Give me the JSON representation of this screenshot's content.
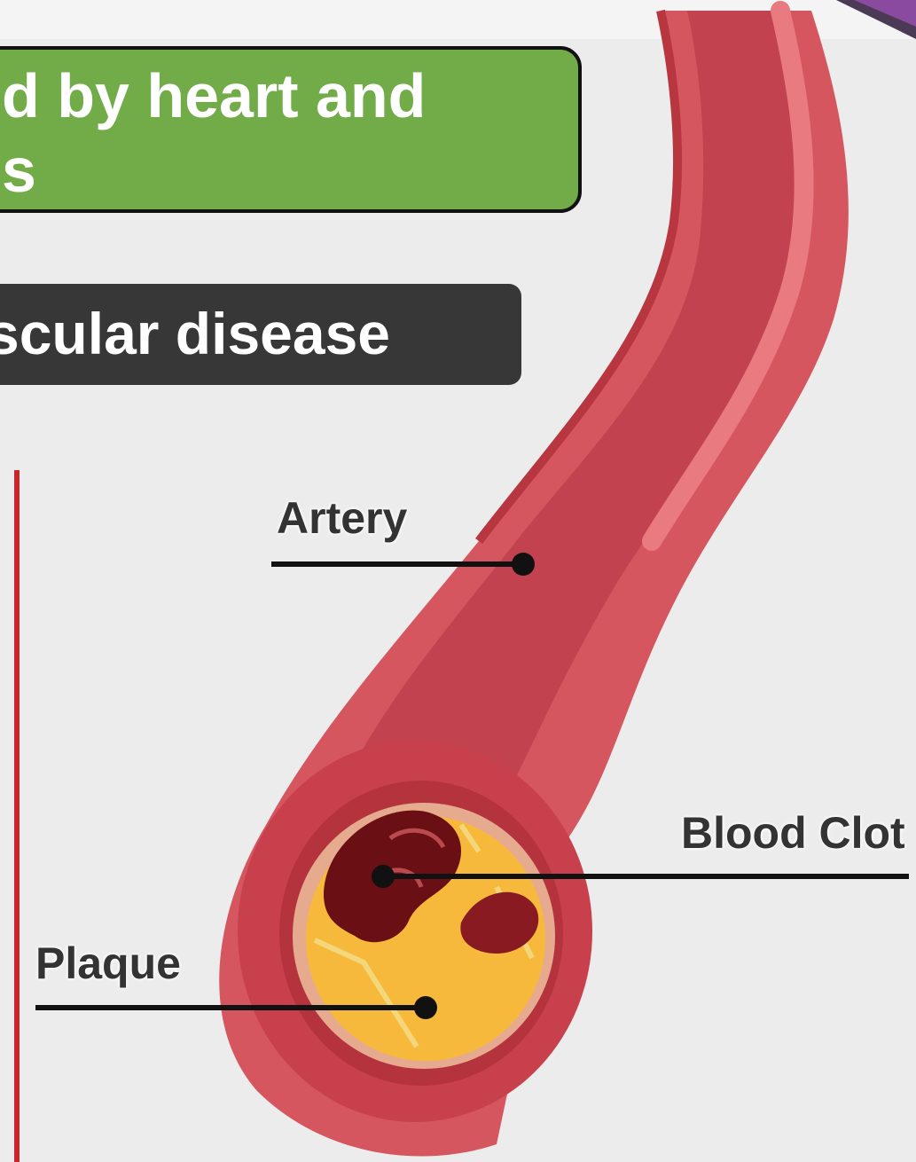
{
  "banner_top": {
    "text": "d by heart and",
    "text_line2": "s"
  },
  "banner_mid": {
    "text": "scular disease"
  },
  "diagram": {
    "labels": {
      "artery": "Artery",
      "blood_clot": "Blood Clot",
      "plaque": "Plaque"
    },
    "colors": {
      "artery_outer": "#d6565f",
      "artery_lumen": "#c2424f",
      "plaque": "#f6b93b",
      "clot": "#6a0f14",
      "accent_red": "#c8262d",
      "banner_green": "#72ac48",
      "banner_dark": "#373737"
    }
  }
}
